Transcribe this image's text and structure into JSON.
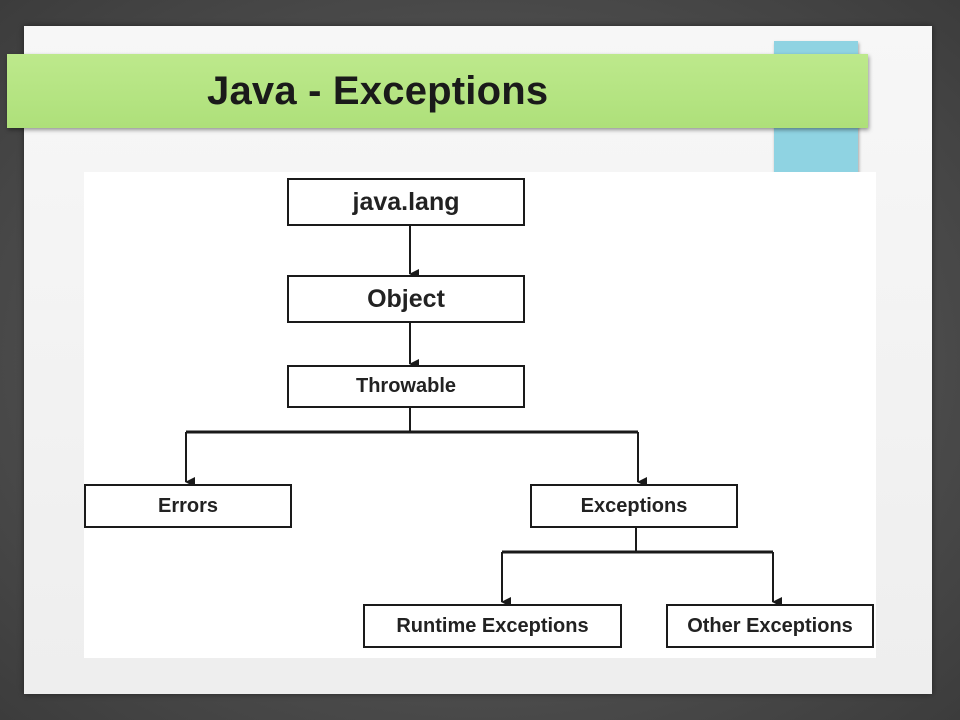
{
  "slide": {
    "title": "Java - Exceptions"
  },
  "diagram": {
    "nodes": {
      "java_lang": "java.lang",
      "object": "Object",
      "throwable": "Throwable",
      "errors": "Errors",
      "exceptions": "Exceptions",
      "runtime_exceptions": "Runtime Exceptions",
      "other_exceptions": "Other Exceptions"
    },
    "edges": [
      [
        "java_lang",
        "object"
      ],
      [
        "object",
        "throwable"
      ],
      [
        "throwable",
        "errors"
      ],
      [
        "throwable",
        "exceptions"
      ],
      [
        "exceptions",
        "runtime_exceptions"
      ],
      [
        "exceptions",
        "other_exceptions"
      ]
    ]
  },
  "colors": {
    "title_band": "#aee07a",
    "accent_bar": "#8fd3e2",
    "box_border": "#1a1a1a"
  }
}
